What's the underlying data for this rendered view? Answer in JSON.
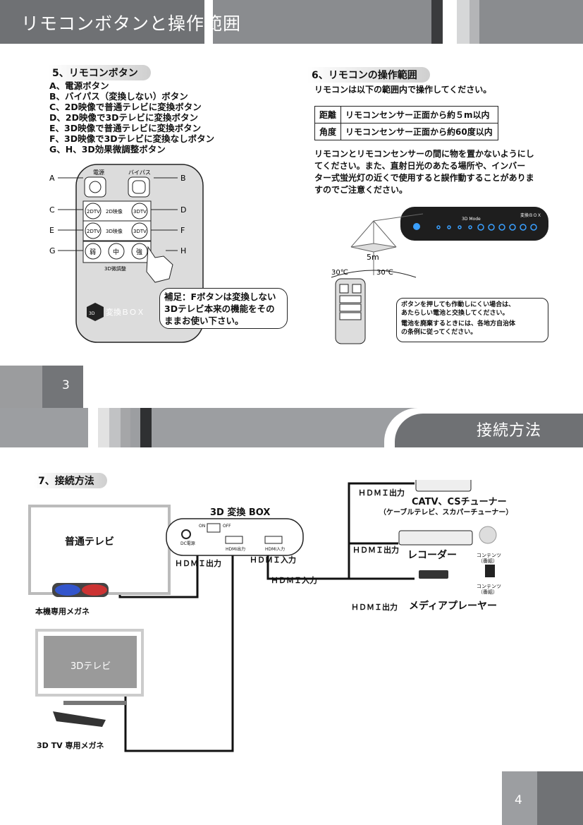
{
  "header": {
    "title": "リモコンボタンと操作範囲"
  },
  "section5": {
    "heading": "5、リモコンボタン",
    "items": [
      "A、電源ボタン",
      "B、バイパス（変換しない）ボタン",
      "C、2D映像で普通テレビに変換ボタン",
      "D、2D映像で3Dテレビに変換ボタン",
      "E、3D映像で普通テレビに変換ボタン",
      "F、3D映像で3Dテレビに変換なしボタン",
      "G、H、3D効果微調整ボタン"
    ],
    "remote": {
      "power_label": "電源",
      "bypass_label": "バイパス",
      "btn_2dtv": "2DTV",
      "btn_3dtv": "3DTV",
      "row1_center": "2D映像",
      "row2_center": "3D映像",
      "weak": "弱",
      "mid": "中",
      "strong": "強",
      "adjust_label": "3D微調整",
      "logo_text": "変換ＢＯＸ",
      "logo_mark": "3D",
      "letters": [
        "A",
        "B",
        "C",
        "D",
        "E",
        "F",
        "G",
        "H"
      ]
    },
    "note": "補足：Fボタンは変換しない3Dテレビ本来の機能をそのままお使い下さい。",
    "note_lines": [
      "補足：Fボタンは変換しない",
      "3Dテレビ本来の機能をその",
      "ままお使い下さい。"
    ]
  },
  "section6": {
    "heading": "6、リモコンの操作範囲",
    "intro": "リモコンは以下の範囲内で操作してください。",
    "table": [
      {
        "label": "距離",
        "value": "リモコンセンサー正面から約５m以内"
      },
      {
        "label": "角度",
        "value": "リモコンセンサー正面から約60度以内"
      }
    ],
    "paragraph_lines": [
      "リモコンとリモコンセンサーの間に物を置かないようにし",
      "てください。また、直射日光のあたる場所や、インバー",
      "ター式蛍光灯の近くで使用すると誤作動することがありま",
      "すのでご注意ください。"
    ],
    "device_mode": "3D Mode",
    "device_logo": "変換ＢＯＸ",
    "distance_label": "5m",
    "angle_left": "30℃",
    "angle_right": "30℃",
    "battery_note": [
      "ボタンを押しても作動しにくい場合は、",
      "あたらしい電池と交換してください。",
      "電池を廃棄するときには、各地方自治体",
      "の条例に従ってください。"
    ]
  },
  "page_number_left": "3",
  "header2": {
    "title": "接続方法"
  },
  "section7": {
    "heading": "7、接続方法",
    "tv_normal": "普通テレビ",
    "tv_3d": "3Dテレビ",
    "glasses1": "本機専用メガネ",
    "glasses2": "3D TV 専用メガネ",
    "box_title": "3D 変換 BOX",
    "box_on": "ON",
    "box_off": "OFF",
    "box_dc": "DC電源",
    "box_hdmi_out": "HDMI出力",
    "box_hdmi_in": "HDMI入力",
    "label_hdmi_out": "ＨＤＭＩ出力",
    "label_hdmi_in": "ＨＤＭＩ入力",
    "catv_title": "CATV、CSチューナー",
    "catv_sub": "（ケーブルテレビ、スカパーチューナー）",
    "recorder": "レコーダー",
    "media_player": "メディアプレーヤー",
    "content_label": "コンテンツ",
    "content_sub": "（番組）"
  },
  "page_number_right": "4"
}
